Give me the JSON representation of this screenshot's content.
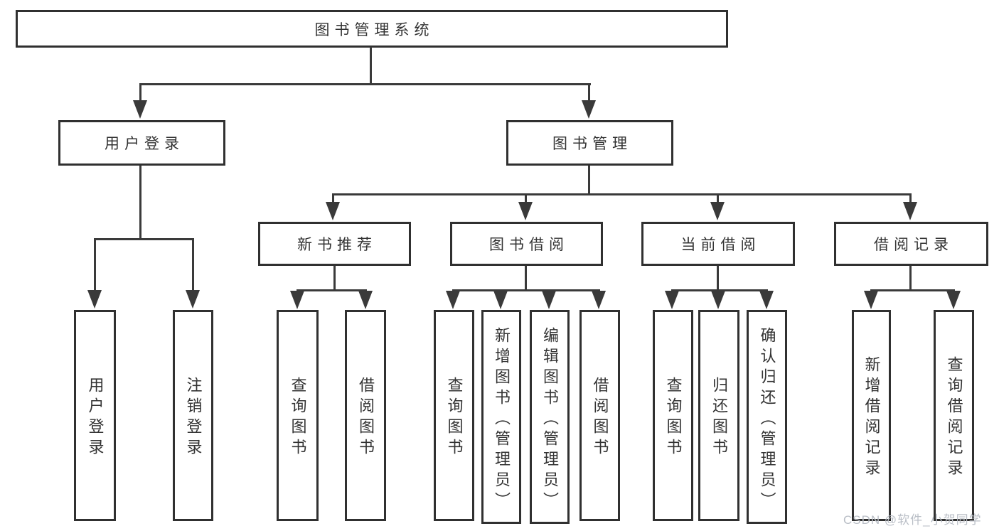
{
  "diagram": {
    "root": "图书管理系统",
    "level2": [
      "用户登录",
      "图书管理"
    ],
    "level3": [
      "新书推荐",
      "图书借阅",
      "当前借阅",
      "借阅记录"
    ],
    "leaves": [
      "用户登录",
      "注销登录",
      "查询图书",
      "借阅图书",
      "查询图书",
      "新增图书（管理员）",
      "编辑图书（管理员）",
      "借阅图书",
      "查询图书",
      "归还图书",
      "确认归还（管理员）",
      "新增借阅记录",
      "查询借阅记录"
    ]
  },
  "watermark": "CSDN @软件_小贺同学",
  "colors": {
    "line": "#3a3a3a",
    "border": "#303030",
    "text": "#333333",
    "watermark": "#b9bec6",
    "background": "#ffffff"
  }
}
